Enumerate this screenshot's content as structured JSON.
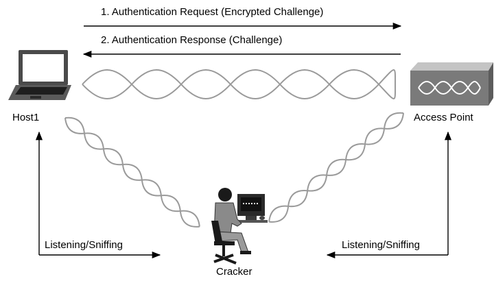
{
  "messages": {
    "request": "1. Authentication Request (Encrypted Challenge)",
    "response": "2. Authentication Response (Challenge)"
  },
  "nodes": {
    "host": "Host1",
    "access_point": "Access Point",
    "cracker": "Cracker"
  },
  "sniff": {
    "left": "Listening/Sniffing",
    "right": "Listening/Sniffing"
  },
  "colors": {
    "wave": "#9a9a9a",
    "arrow": "#000000",
    "ap_body": "#7a7a7a",
    "ap_top": "#c4c4c4",
    "laptop": "#4a4a4a",
    "figure": "#8a8a8a"
  }
}
